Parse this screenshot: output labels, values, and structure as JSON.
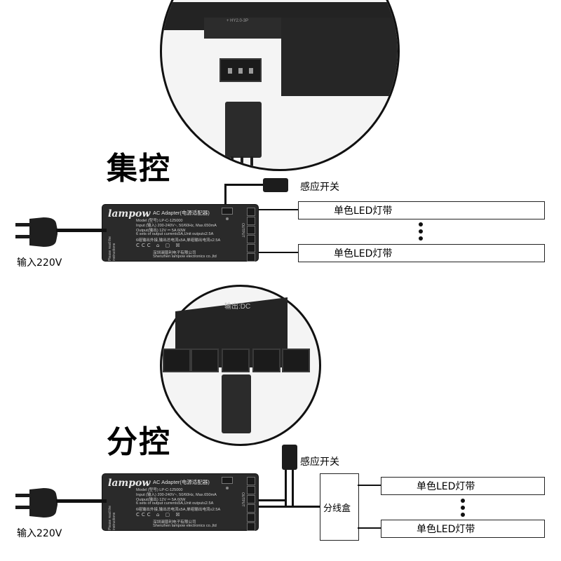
{
  "top": {
    "title": "集控",
    "zoom_connector_label": "+ HY2.0-3P",
    "sensor_label": "感应开关",
    "input_label": "输入220V",
    "strips": [
      "单色LED灯带",
      "单色LED灯带"
    ]
  },
  "bottom": {
    "title": "分控",
    "zoom_header_label": "输出:DC",
    "sensor_label": "感应开关",
    "input_label": "输入220V",
    "splitter_label": "分线盒",
    "strips": [
      "单色LED灯带",
      "单色LED灯带"
    ]
  },
  "controller": {
    "brand": "lampow",
    "model_title": "AC Adapter(电源适配器)",
    "specs": [
      "Model (型号)    LP-C-125000",
      "Input  (输入)   200-240V~, 50/60Hz,  Max.650mA",
      "Output(输出)    12V ⎓ 5A  60W",
      "6 sets of output current≤5A,Unit output≤2.5A",
      "6组输出外接,输出总电流≤5A,单组输出电流≤2.5A"
    ],
    "maker_cn": "深圳澜普利电子有限公司",
    "maker_en": "Shenzhen lampow electronics co.,ltd",
    "cert_marks": "CCC ⌂ ▢ ☒",
    "side_text": "Please read the instructions",
    "out_label": "OUTPUT"
  },
  "colors": {
    "device": "#2a2a2a",
    "line": "#111111",
    "background": "#ffffff"
  }
}
